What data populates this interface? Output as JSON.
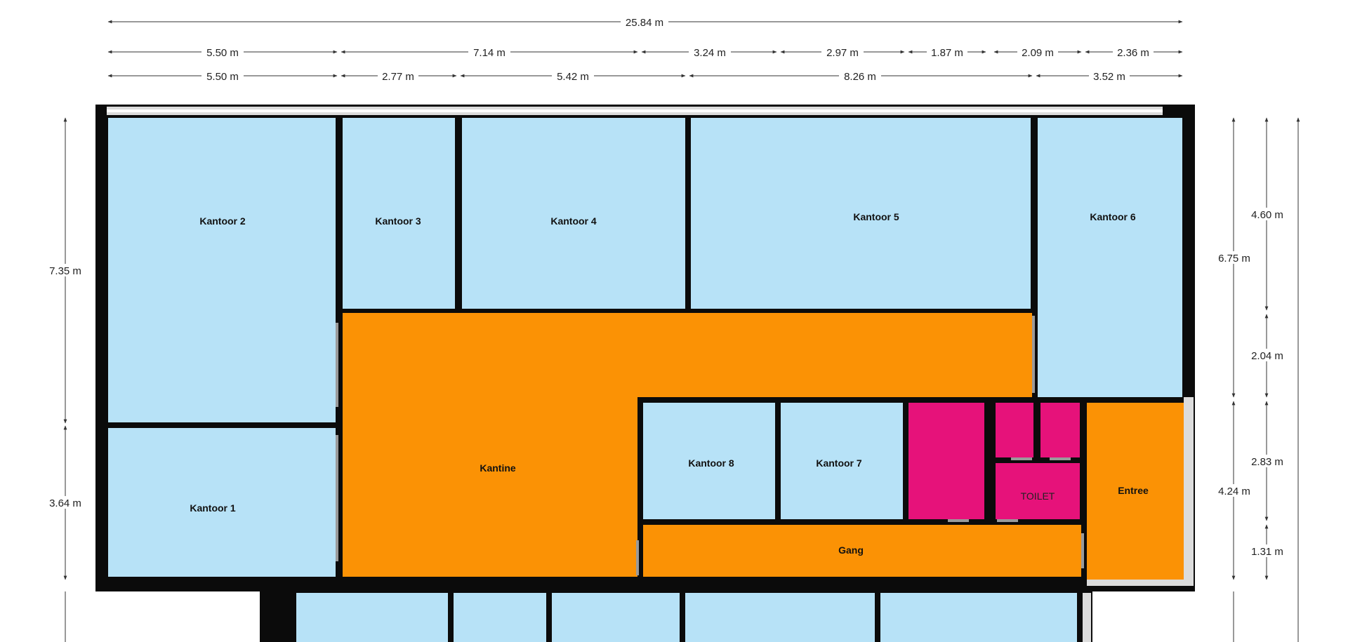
{
  "colors": {
    "office": "#b7e2f7",
    "common": "#fb9205",
    "sanitary": "#e6127a",
    "wall": "#0b0b0b",
    "window": "#dcdcdc"
  },
  "dimensions": {
    "total_width": "25.84 m",
    "row1": [
      "5.50 m",
      "7.14 m",
      "3.24 m",
      "2.97 m",
      "1.87 m",
      "2.09 m",
      "2.36 m"
    ],
    "row2": [
      "5.50 m",
      "2.77 m",
      "5.42 m",
      "8.26 m",
      "3.52 m"
    ],
    "left": [
      "7.35 m",
      "3.64 m"
    ],
    "right_mid": [
      "6.75 m",
      "4.24 m"
    ],
    "right_inner": [
      "4.60 m",
      "2.04 m",
      "2.83 m",
      "1.31 m"
    ]
  },
  "rooms": {
    "kantoor_1": "Kantoor 1",
    "kantoor_2": "Kantoor 2",
    "kantoor_3": "Kantoor 3",
    "kantoor_4": "Kantoor 4",
    "kantoor_5": "Kantoor 5",
    "kantoor_6": "Kantoor 6",
    "kantoor_7": "Kantoor 7",
    "kantoor_8": "Kantoor 8",
    "kantine": "Kantine",
    "toilet": "TOILET",
    "entree": "Entree",
    "gang": "Gang"
  }
}
